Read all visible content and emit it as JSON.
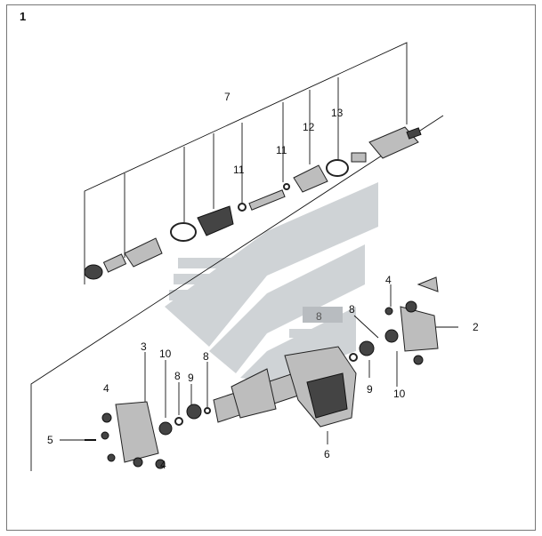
{
  "diagram": {
    "sheet_number": "1",
    "watermark_badge": "8",
    "callouts": {
      "upper_7": "7",
      "upper_13": "13",
      "upper_12": "12",
      "upper_11_left": "11",
      "upper_11_right": "11",
      "lower_8_top": "8",
      "lower_2": "2",
      "lower_4_top": "4",
      "lower_3": "3",
      "lower_10_left": "10",
      "lower_8_mid": "8",
      "lower_8_left": "8",
      "lower_9_left": "9",
      "lower_9_right": "9",
      "lower_10_right": "10",
      "lower_4_left": "4",
      "lower_5": "5",
      "lower_4_bottom": "4",
      "lower_6": "6"
    }
  }
}
